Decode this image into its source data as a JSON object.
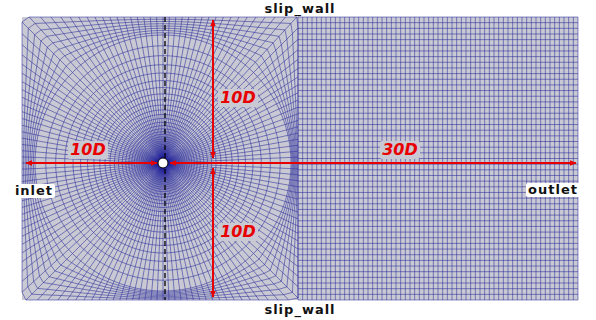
{
  "diagram": {
    "labels": [
      "slip_wall",
      "10D",
      "10D",
      "30D",
      "inlet",
      "outlet",
      "10D",
      "slip_wall"
    ]
  }
}
